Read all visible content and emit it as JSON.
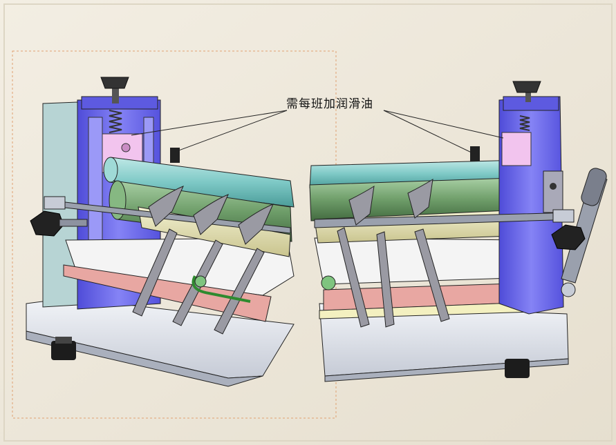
{
  "annotation": {
    "text": "需每班加润滑油"
  },
  "colors": {
    "background": "#efe9dc",
    "frame_blue": "#6f6cf0",
    "roller_teal": "#7ec9c6",
    "roller_green": "#6f9e6a",
    "roller_cream": "#ddd9a8",
    "tray_white": "#f4f4f4",
    "belt_pink": "#e8a7a2",
    "base_grey": "#dfe3ec",
    "blade_grey": "#8a8a92",
    "knob_dark": "#2a2a2a",
    "selection_box": "#e0a070"
  },
  "icons": {
    "left_module": "machine-left-section",
    "right_module": "machine-right-section"
  }
}
